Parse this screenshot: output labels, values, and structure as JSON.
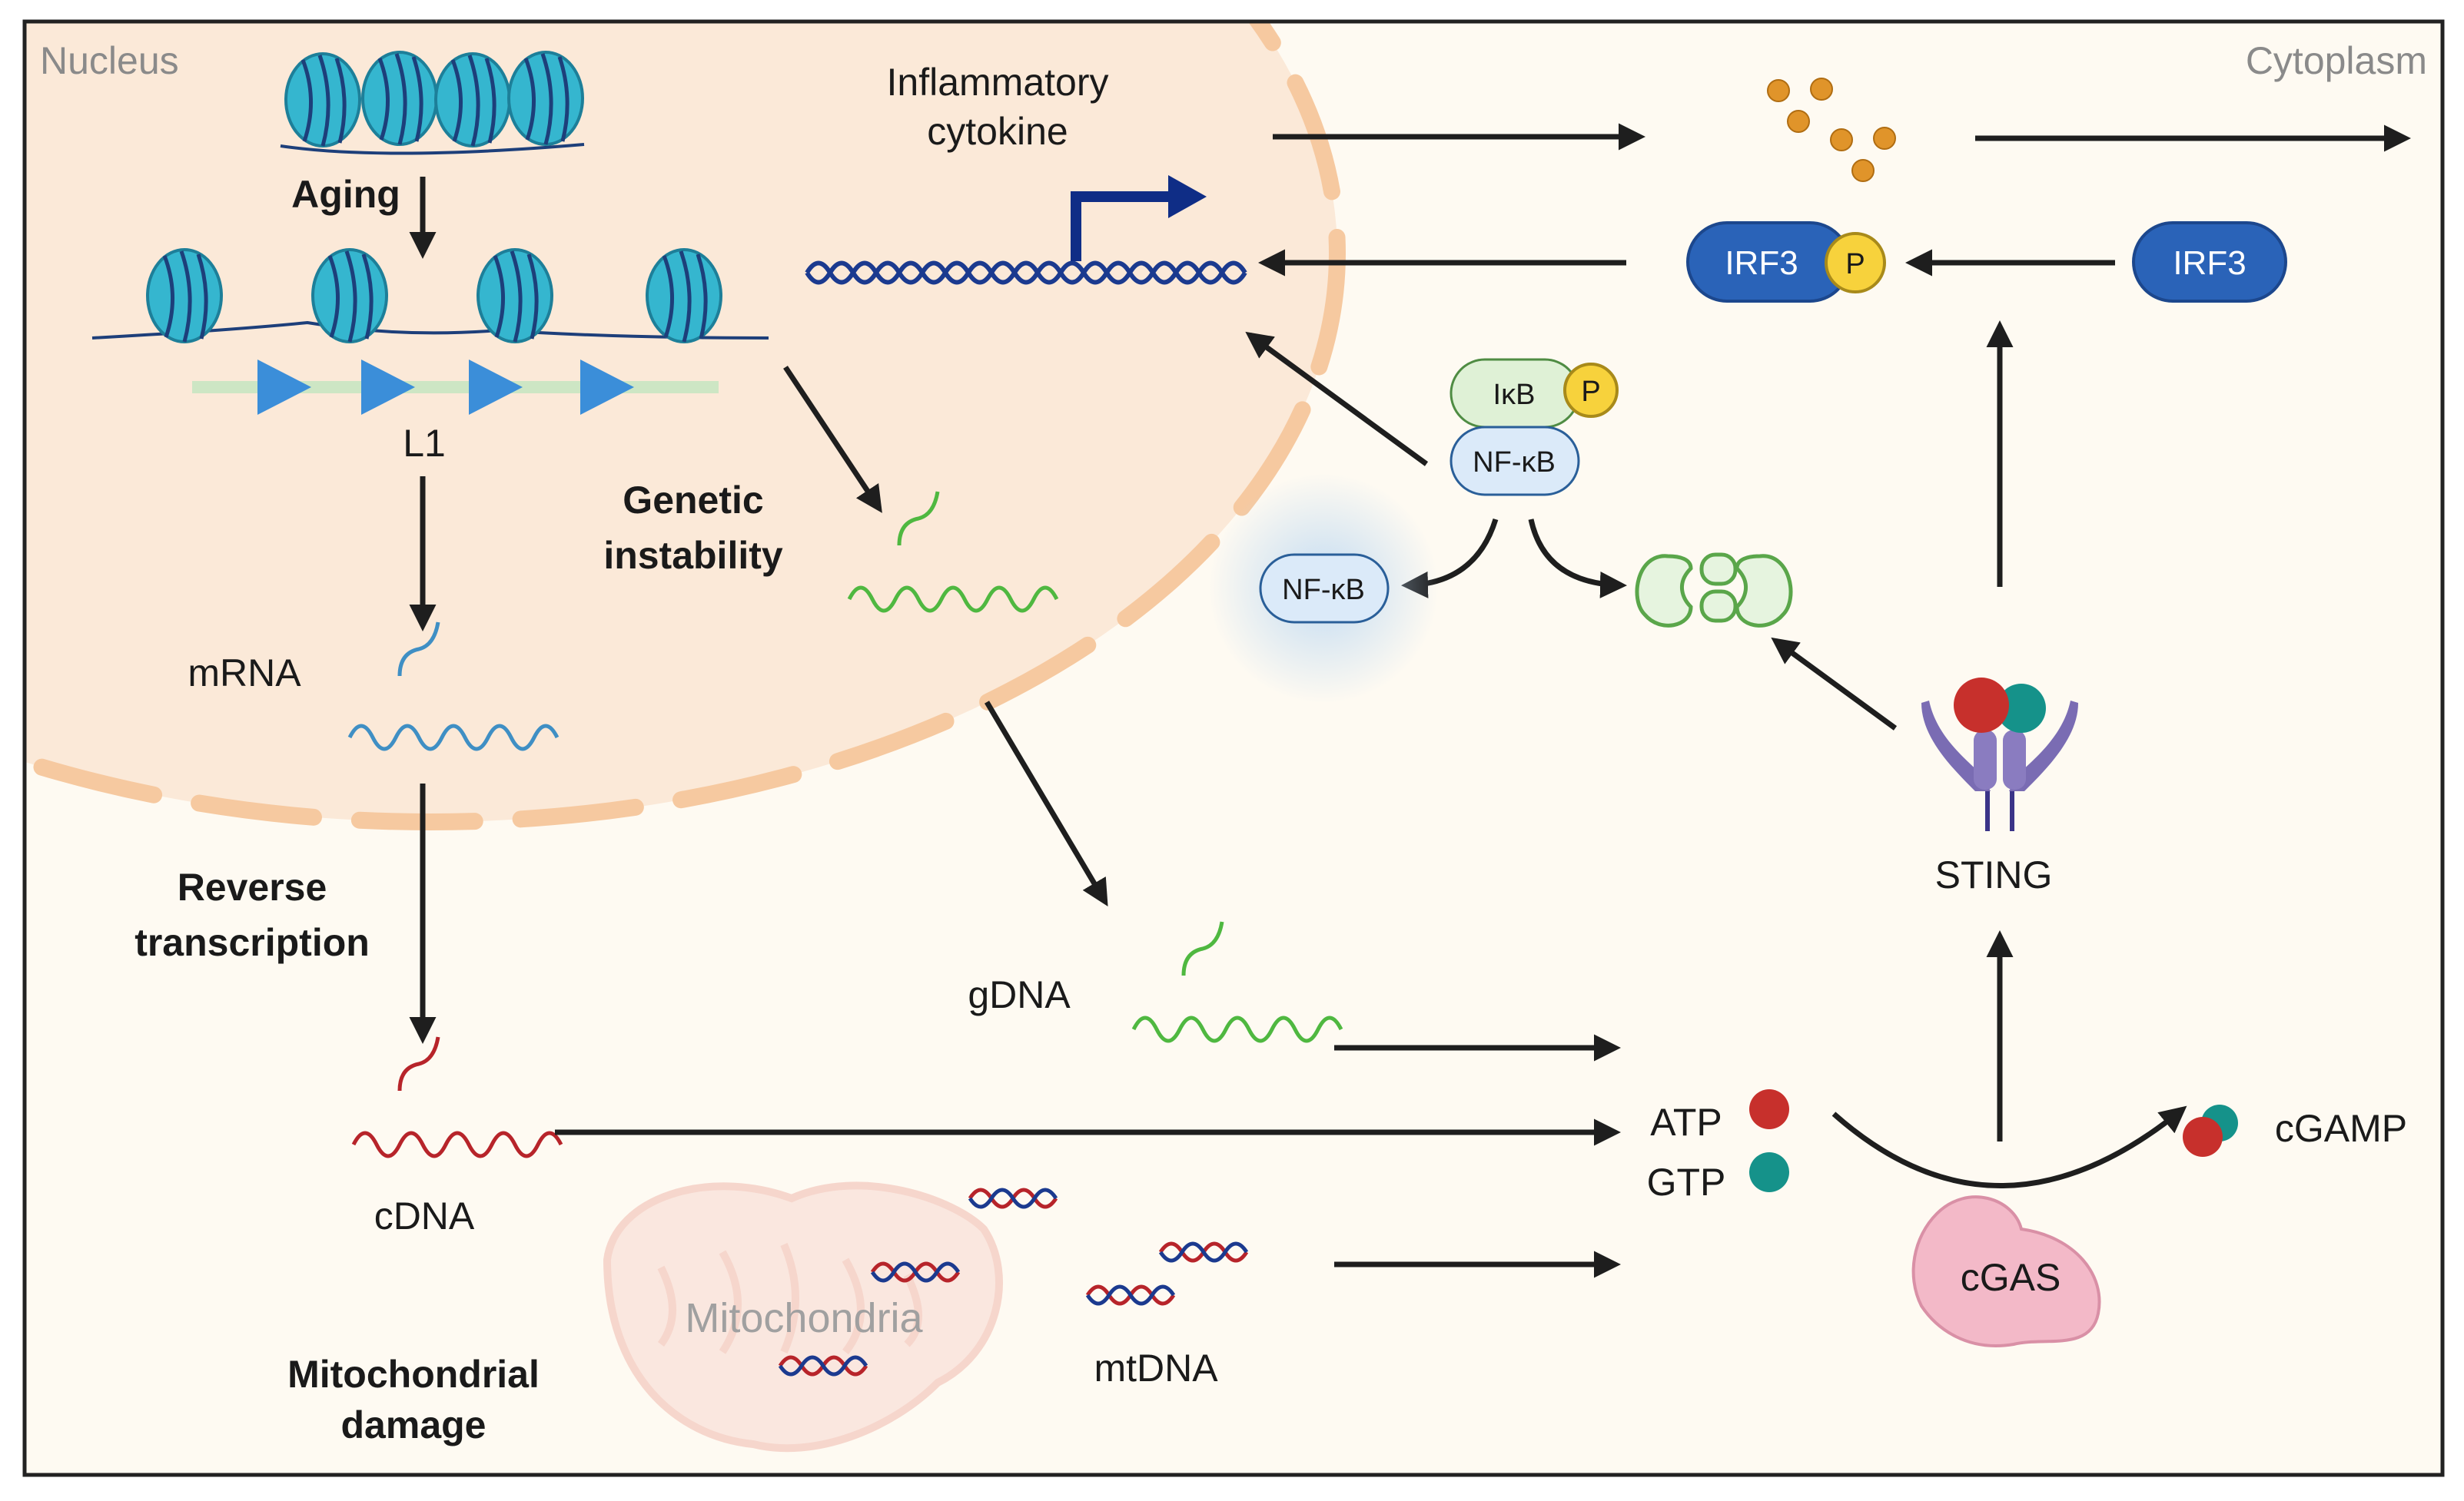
{
  "regions": {
    "nucleus": "Nucleus",
    "cytoplasm": "Cytoplasm",
    "mitochondria": "Mitochondria"
  },
  "labels": {
    "aging": "Aging",
    "l1": "L1",
    "mrna": "mRNA",
    "genetic_instability_1": "Genetic",
    "genetic_instability_2": "instability",
    "reverse_transcription_1": "Reverse",
    "reverse_transcription_2": "transcription",
    "cdna": "cDNA",
    "gdna": "gDNA",
    "mtdna": "mtDNA",
    "mito_damage_1": "Mitochondrial",
    "mito_damage_2": "damage",
    "inflammatory_1": "Inflammatory",
    "inflammatory_2": "cytokine",
    "atp": "ATP",
    "gtp": "GTP",
    "cgamp": "cGAMP",
    "cgas": "cGAS",
    "sting": "STING"
  },
  "proteins": {
    "irf3": "IRF3",
    "irf3_p": "IRF3",
    "phospho": "P",
    "ikb": "IκB",
    "nfkb_complex": "NF-κB",
    "nfkb_free": "NF-κB"
  },
  "colors": {
    "nucleus_fill": "#fbe9d8",
    "cytoplasm_fill": "#fefaf2",
    "membrane": "#f6c9a0",
    "histone": "#35b6cf",
    "l1_triangle": "#3b8ed9",
    "irf3": "#2a63b8",
    "phospho": "#f7d23c",
    "ikb": "#dff1d6",
    "nfkb": "#dbeaf9",
    "cgas": "#f3b9c8",
    "atp": "#c7302c",
    "gtp": "#15928a",
    "sting": "#7a6cb3",
    "proteasome": "#5aa64a",
    "cytokine": "#e0942a",
    "dna_helix": "#1b3a8f",
    "mrna": "#3f8fc4",
    "gdna": "#4fb840",
    "cdna": "#b7242a"
  }
}
